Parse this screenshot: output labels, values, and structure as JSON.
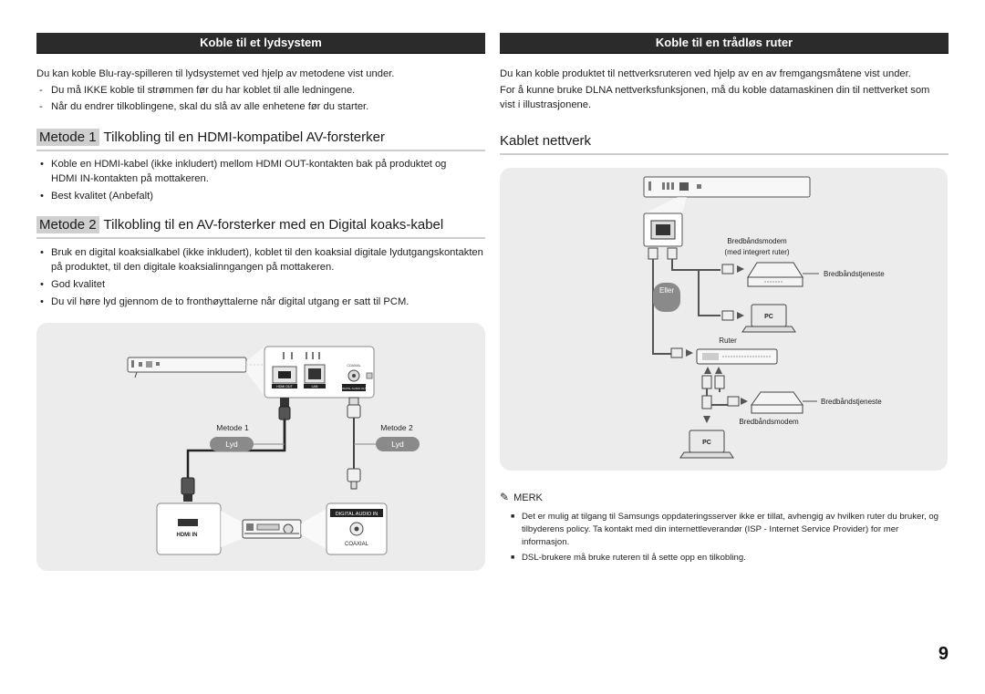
{
  "left": {
    "header": "Koble til et lydsystem",
    "intro": "Du kan koble Blu-ray-spilleren til lydsystemet ved hjelp av metodene vist under.",
    "dashes": [
      "Du må IKKE koble til strømmen før du har koblet til alle ledningene.",
      "Når du endrer tilkoblingene, skal du slå av alle enhetene før du starter."
    ],
    "method1": {
      "tag": "Metode 1",
      "title": "Tilkobling til en HDMI-kompatibel AV-forsterker",
      "bullets": [
        "Koble en HDMI-kabel (ikke inkludert) mellom HDMI OUT-kontakten bak på produktet og HDMI IN-kontakten på mottakeren.",
        "Best kvalitet (Anbefalt)"
      ]
    },
    "method2": {
      "tag": "Metode 2",
      "title": "Tilkobling til en AV-forsterker med en Digital koaks-kabel",
      "bullets": [
        "Bruk en digital koaksialkabel (ikke inkludert), koblet til den koaksial digitale lydutgangskontakten på produktet, til den digitale koaksialinngangen på mottakeren.",
        "God kvalitet",
        "Du vil høre lyd gjennom de to fronthøyttalerne når digital utgang er satt til PCM."
      ]
    },
    "diagram": {
      "method1_label": "Metode 1",
      "method2_label": "Metode 2",
      "sound_left": "Lyd",
      "sound_right": "Lyd",
      "hdmi_out": "HDMI OUT",
      "lan": "LAN",
      "coaxial_small": "COAXIAL",
      "digital_audio_out": "DIGITAL AUDIO OUT",
      "hdmi_in": "HDMI IN",
      "digital_audio_in": "DIGITAL AUDIO IN",
      "coaxial": "COAXIAL"
    }
  },
  "right": {
    "header": "Koble til en trådløs ruter",
    "intro1": "Du kan koble produktet til nettverksruteren ved hjelp av en av fremgangsmåtene vist under.",
    "intro2": "For å kunne bruke DLNA nettverksfunksjonen, må du koble datamaskinen din til nettverket som vist i illustrasjonene.",
    "subheading": "Kablet nettverk",
    "diagram": {
      "modem_router_line1": "Bredbåndsmodem",
      "modem_router_line2": "(med integrert ruter)",
      "broadband_service_top": "Bredbåndstjeneste",
      "or": "Eller",
      "pc_top": "PC",
      "router": "Ruter",
      "broadband_service_bottom": "Bredbåndstjeneste",
      "broadband_modem": "Bredbåndsmodem",
      "pc_bottom": "PC"
    },
    "note_title": "MERK",
    "notes": [
      "Det er mulig at tilgang til Samsungs oppdateringsserver ikke er tillat, avhengig av hvilken ruter du bruker, og tilbyderens policy. Ta kontakt med din internettleverandør (ISP - Internet Service Provider) for mer informasjon.",
      "DSL-brukere må bruke ruteren til å sette opp en tilkobling."
    ]
  },
  "page_number": "9"
}
